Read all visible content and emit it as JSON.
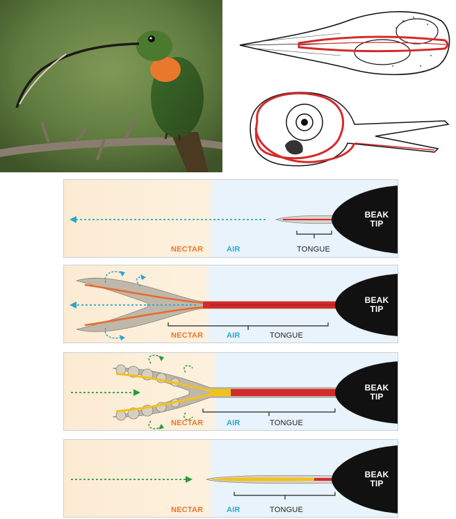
{
  "panels": [
    {
      "nectar": "NECTAR",
      "air": "AIR",
      "tongue": "TONGUE",
      "beak_line1": "BEAK",
      "beak_line2": "TIP"
    },
    {
      "nectar": "NECTAR",
      "air": "AIR",
      "tongue": "TONGUE",
      "beak_line1": "BEAK",
      "beak_line2": "TIP"
    },
    {
      "nectar": "NECTAR",
      "air": "AIR",
      "tongue": "TONGUE",
      "beak_line1": "BEAK",
      "beak_line2": "TIP"
    },
    {
      "nectar": "NECTAR",
      "air": "AIR",
      "tongue": "TONGUE",
      "beak_line1": "BEAK",
      "beak_line2": "TIP"
    }
  ],
  "colors": {
    "nectar_bg": "#fcebd3",
    "air_bg": "#e8f3fb",
    "tongue_red": "#d42a2a",
    "nectar_yellow": "#f2c21b",
    "beak_black": "#111111",
    "arrow_blue": "#27a6cf",
    "arrow_green": "#2a9a3a",
    "label_orange": "#e8762e",
    "label_blue": "#2aa9cf"
  }
}
